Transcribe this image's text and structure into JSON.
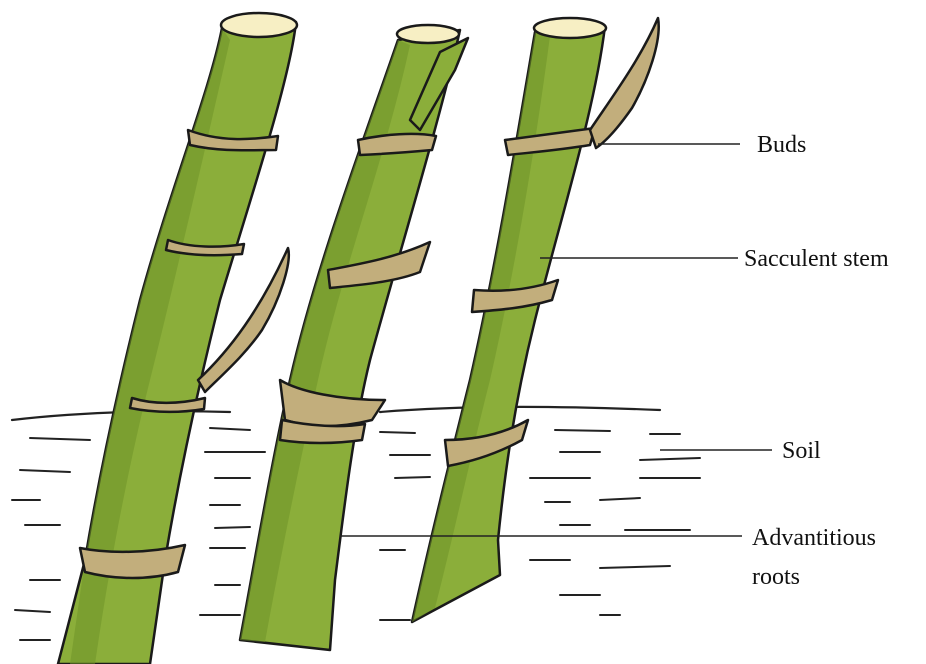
{
  "labels": {
    "buds": "Buds",
    "stem": "Sacculent stem",
    "soil": "Soil",
    "roots_line1": "Advantitious",
    "roots_line2": "roots"
  },
  "colors": {
    "stem": "#8BAE3A",
    "stem_dark": "#6F9428",
    "node": "#C2AE7C",
    "cut": "#F7EFC4",
    "outline": "#1a1a1a",
    "soil_line": "#222222"
  }
}
